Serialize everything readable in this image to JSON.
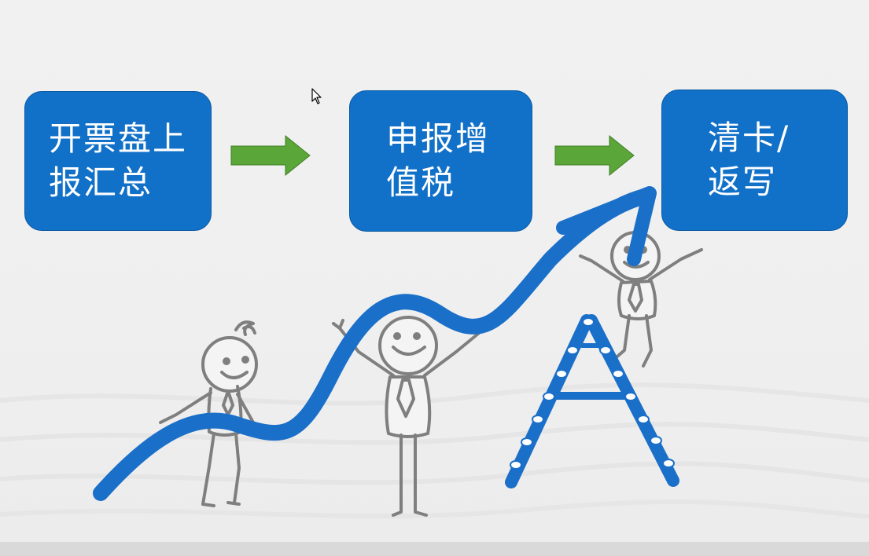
{
  "steps": [
    {
      "label": "开票盘上\n报汇总"
    },
    {
      "label": "申报增\n值税"
    },
    {
      "label": "清卡/\n返写"
    }
  ],
  "colors": {
    "box_fill": "#1170c8",
    "arrow_fill": "#5aa638",
    "curve": "#1a6fc9",
    "figure_stroke": "#7f7f7f"
  },
  "icons": {
    "flow_arrow": "right-arrow-icon",
    "cursor": "mouse-pointer-icon"
  }
}
